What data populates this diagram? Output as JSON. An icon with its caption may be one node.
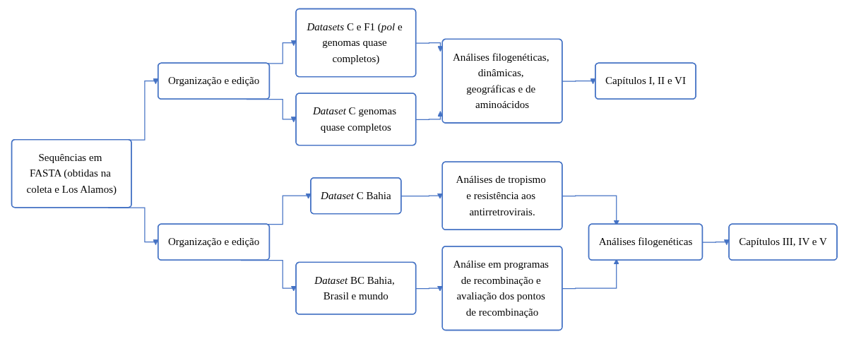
{
  "diagram": {
    "nodes": [
      {
        "text": [
          "Sequências em FASTA (obtidas na coleta e Los Alamos)"
        ]
      },
      {
        "text": [
          "Organização e edição"
        ]
      },
      {
        "text": [
          "*Datasets* C e F1 (*pol* e genomas quase completos)"
        ]
      },
      {
        "text": [
          "*Dataset* C genomas quase completos"
        ]
      },
      {
        "text": [
          "Análises filogenéticas, dinâmicas, geográficas e de aminoácidos"
        ]
      },
      {
        "text": [
          "Capítulos I, II e VI"
        ]
      },
      {
        "text": [
          "Organização e edição"
        ]
      },
      {
        "text": [
          "*Dataset* C Bahia"
        ]
      },
      {
        "text": [
          "*Dataset* BC Bahia, Brasil e mundo"
        ]
      },
      {
        "text": [
          "Análises de tropismo e resistência aos antirretrovirais."
        ]
      },
      {
        "text": [
          "Análise em programas de recombinação e avaliação dos pontos de recombinação"
        ]
      },
      {
        "text": [
          "Análises filogenéticas"
        ]
      },
      {
        "text": [
          "Capítulos III, IV e V"
        ]
      }
    ],
    "edges": [
      {
        "from": 0,
        "to": 1,
        "arrow": "to"
      },
      {
        "from": 0,
        "to": 6,
        "arrow": "to"
      },
      {
        "from": 1,
        "to": 2,
        "arrow": "to"
      },
      {
        "from": 1,
        "to": 3,
        "arrow": "to"
      },
      {
        "from": 2,
        "to": 4,
        "arrow": "to"
      },
      {
        "from": 3,
        "to": 4,
        "arrow": "to"
      },
      {
        "from": 4,
        "to": 5,
        "arrow": "to"
      },
      {
        "from": 6,
        "to": 7,
        "arrow": "to"
      },
      {
        "from": 6,
        "to": 8,
        "arrow": "to"
      },
      {
        "from": 7,
        "to": 9,
        "arrow": "to"
      },
      {
        "from": 8,
        "to": 10,
        "arrow": "to"
      },
      {
        "from": 9,
        "to": 11,
        "arrow": "to"
      },
      {
        "from": 10,
        "to": 11,
        "arrow": "to"
      },
      {
        "from": 11,
        "to": 12,
        "arrow": "to"
      }
    ]
  }
}
